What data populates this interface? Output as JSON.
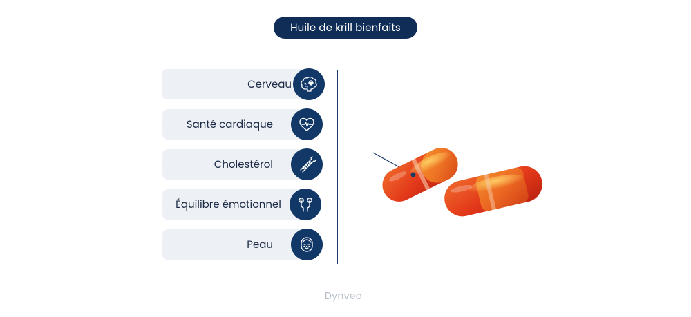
{
  "title": "Huile de krill bienfaits",
  "benefits": [
    {
      "label": "Cerveau",
      "icon": "brain-icon"
    },
    {
      "label": "Santé cardiaque",
      "icon": "heart-pulse-icon"
    },
    {
      "label": "Cholestérol",
      "icon": "artery-icon"
    },
    {
      "label": "Équilibre émotionnel",
      "icon": "emotions-icon"
    },
    {
      "label": "Peau",
      "icon": "face-skin-icon"
    }
  ],
  "footer": {
    "brand": "Dynveo"
  },
  "colors": {
    "navy": "#0f2d57",
    "pill_bg": "#edf0f5",
    "capsule": "#e8431a"
  }
}
